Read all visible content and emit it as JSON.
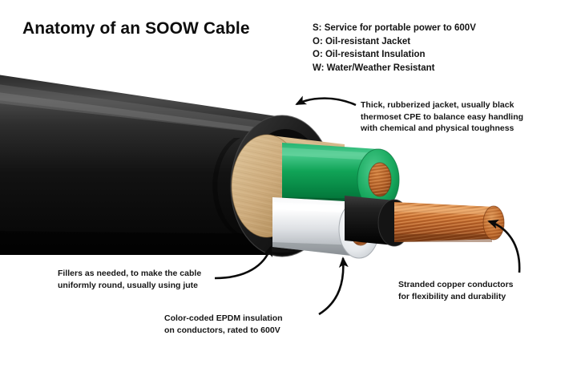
{
  "diagram": {
    "title": "Anatomy of an SOOW Cable",
    "background_color": "#ffffff",
    "text_color": "#141414"
  },
  "acronym_legend": {
    "items": [
      "S: Service for portable power to 600V",
      "O: Oil-resistant Jacket",
      "O: Oil-resistant Insulation",
      "W: Water/Weather Resistant"
    ]
  },
  "callouts": {
    "jacket": {
      "lines": [
        "Thick, rubberized jacket, usually black",
        "thermoset CPE to balance easy handling",
        "with chemical and physical toughness"
      ]
    },
    "fillers": {
      "lines": [
        "Fillers as needed, to make the cable",
        "uniformly round, usually using jute"
      ]
    },
    "insulation": {
      "lines": [
        "Color-coded EPDM insulation",
        "on conductors, rated to 600V"
      ]
    },
    "conductors": {
      "lines": [
        "Stranded copper conductors",
        "for flexibility and durability"
      ]
    }
  },
  "cable_parts": {
    "jacket": {
      "label": "black-outer-jacket",
      "color": "#141414"
    },
    "filler": {
      "label": "jute-filler",
      "color": "#cdab7c"
    },
    "green_conductor": {
      "label": "green-insulated-conductor",
      "color": "#12a85a"
    },
    "white_conductor": {
      "label": "white-insulated-conductor",
      "color": "#eceef0"
    },
    "black_conductor": {
      "label": "black-insulated-conductor",
      "color": "#1b1b1b"
    },
    "copper": {
      "label": "stranded-copper",
      "color": "#c2662a"
    }
  }
}
